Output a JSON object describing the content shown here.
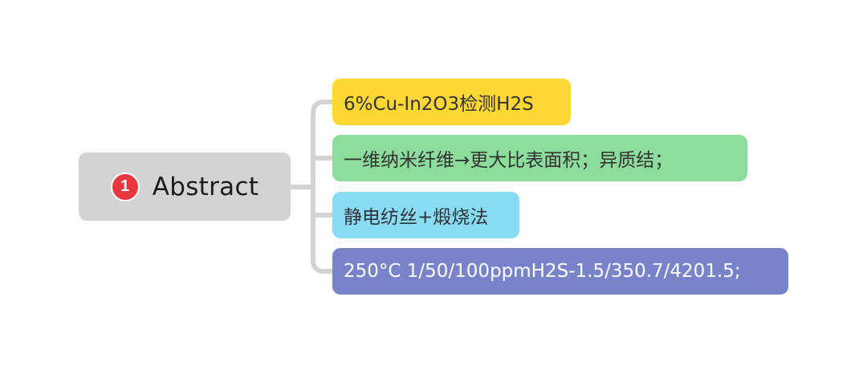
{
  "root": {
    "badge": "1",
    "label": "Abstract",
    "color": "#d3d3d3",
    "badge_color": "#e8373f"
  },
  "children": [
    {
      "label": "6%Cu-In2O3检测H2S",
      "color": "#fdd835",
      "text_color": "#333333"
    },
    {
      "label": "一维纳米纤维→更大比表面积；异质结；",
      "color": "#8cdc9c",
      "text_color": "#333333"
    },
    {
      "label": "静电纺丝+煅烧法",
      "color": "#89dcf6",
      "text_color": "#333333"
    },
    {
      "label": "250°C 1/50/100ppmH2S-1.5/350.7/4201.5;",
      "color": "#7983c9",
      "text_color": "#ffffff"
    }
  ],
  "connector_color": "#d3d3d3"
}
